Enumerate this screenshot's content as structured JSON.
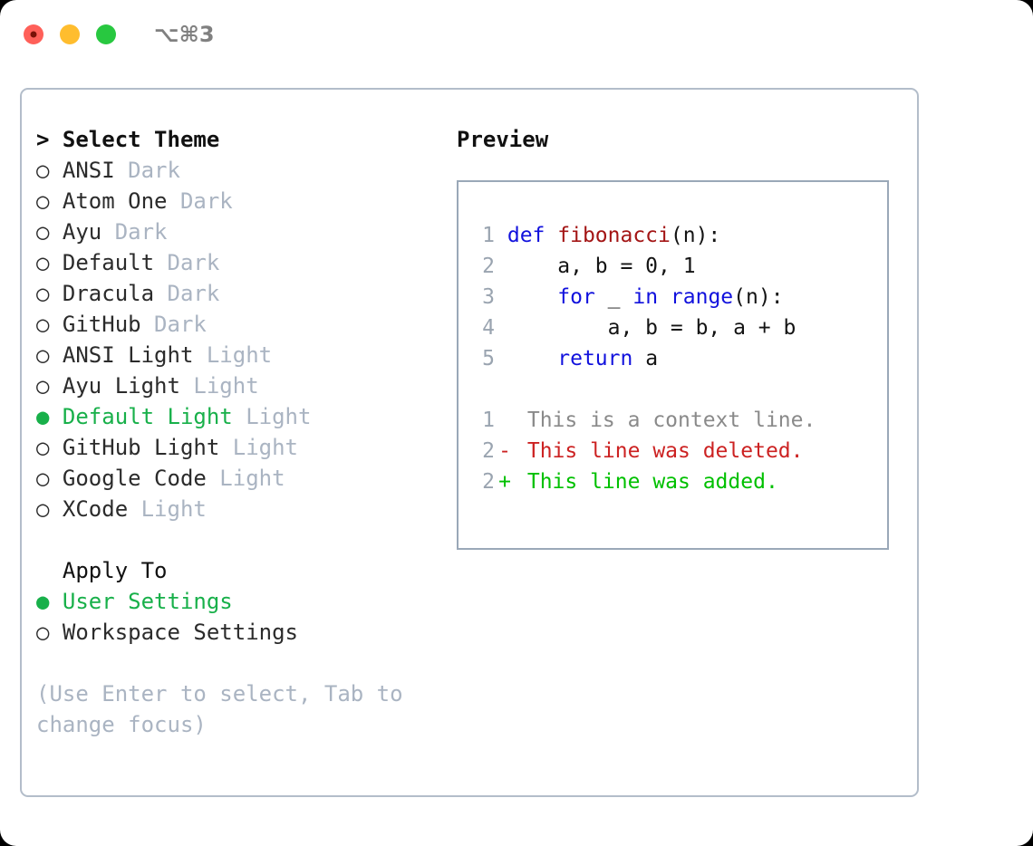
{
  "titlebar": {
    "shortcut": "⌥⌘3",
    "buttons": [
      {
        "name": "close",
        "color": "#ff6059"
      },
      {
        "name": "minimize",
        "color": "#ffbd2e"
      },
      {
        "name": "maximize",
        "color": "#28c840"
      }
    ]
  },
  "theme_picker": {
    "heading": "> Select Theme",
    "themes": [
      {
        "bullet": "○",
        "label": "ANSI",
        "badge": "Dark",
        "selected": false
      },
      {
        "bullet": "○",
        "label": "Atom One",
        "badge": "Dark",
        "selected": false
      },
      {
        "bullet": "○",
        "label": "Ayu",
        "badge": "Dark",
        "selected": false
      },
      {
        "bullet": "○",
        "label": "Default",
        "badge": "Dark",
        "selected": false
      },
      {
        "bullet": "○",
        "label": "Dracula",
        "badge": "Dark",
        "selected": false
      },
      {
        "bullet": "○",
        "label": "GitHub",
        "badge": "Dark",
        "selected": false
      },
      {
        "bullet": "○",
        "label": "ANSI Light",
        "badge": "Light",
        "selected": false
      },
      {
        "bullet": "○",
        "label": "Ayu Light",
        "badge": "Light",
        "selected": false
      },
      {
        "bullet": "●",
        "label": "Default Light",
        "badge": "Light",
        "selected": true
      },
      {
        "bullet": "○",
        "label": "GitHub Light",
        "badge": "Light",
        "selected": false
      },
      {
        "bullet": "○",
        "label": "Google Code",
        "badge": "Light",
        "selected": false
      },
      {
        "bullet": "○",
        "label": "XCode",
        "badge": "Light",
        "selected": false
      }
    ]
  },
  "apply_to": {
    "heading": "  Apply To",
    "options": [
      {
        "bullet": "●",
        "label": "User Settings",
        "selected": true
      },
      {
        "bullet": "○",
        "label": "Workspace Settings",
        "selected": false
      }
    ]
  },
  "hint": "(Use Enter to select, Tab to change focus)",
  "preview": {
    "title": "Preview",
    "code_lines": [
      {
        "no": "1",
        "tokens": [
          {
            "t": "def ",
            "c": "kw"
          },
          {
            "t": "fibonacci",
            "c": "fn"
          },
          {
            "t": "(n):",
            "c": "plain"
          }
        ]
      },
      {
        "no": "2",
        "tokens": [
          {
            "t": "    a, b = 0, 1",
            "c": "plain"
          }
        ]
      },
      {
        "no": "3",
        "tokens": [
          {
            "t": "    ",
            "c": "plain"
          },
          {
            "t": "for",
            "c": "kw"
          },
          {
            "t": " _ ",
            "c": "plain"
          },
          {
            "t": "in",
            "c": "kw"
          },
          {
            "t": " ",
            "c": "plain"
          },
          {
            "t": "range",
            "c": "kw"
          },
          {
            "t": "(n):",
            "c": "plain"
          }
        ]
      },
      {
        "no": "4",
        "tokens": [
          {
            "t": "        a, b = b, a + b",
            "c": "plain"
          }
        ]
      },
      {
        "no": "5",
        "tokens": [
          {
            "t": "    ",
            "c": "plain"
          },
          {
            "t": "return",
            "c": "kw"
          },
          {
            "t": " a",
            "c": "plain"
          }
        ]
      }
    ],
    "diff_lines": [
      {
        "no": "1",
        "mark": " ",
        "text": "This is a context line.",
        "kind": "context"
      },
      {
        "no": "2",
        "mark": "-",
        "text": "This line was deleted.",
        "kind": "del"
      },
      {
        "no": "2",
        "mark": "+",
        "text": "This line was added.",
        "kind": "add"
      }
    ]
  },
  "colors": {
    "accent_green": "#18b04a",
    "diff_add": "#00c000",
    "diff_del": "#cc2222",
    "keyword_blue": "#1111dd",
    "function_red": "#a31515",
    "badge_gray": "#aab4c2",
    "muted_gray": "#9aa4b0",
    "border_blue_gray": "#9aa8b8"
  }
}
